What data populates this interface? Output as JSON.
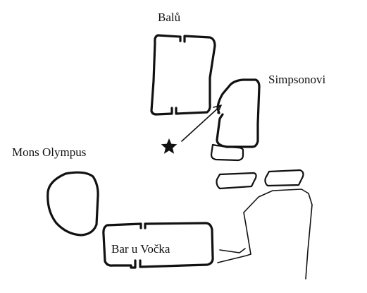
{
  "labels": {
    "balu": "Balů",
    "simpsonovi": "Simpsonovi",
    "mons_olympus": "Mons Olympus",
    "bar_u_vocka": "Bar u Vočka"
  },
  "marker": {
    "icon": "star-icon",
    "pointer": "arrow-icon"
  }
}
